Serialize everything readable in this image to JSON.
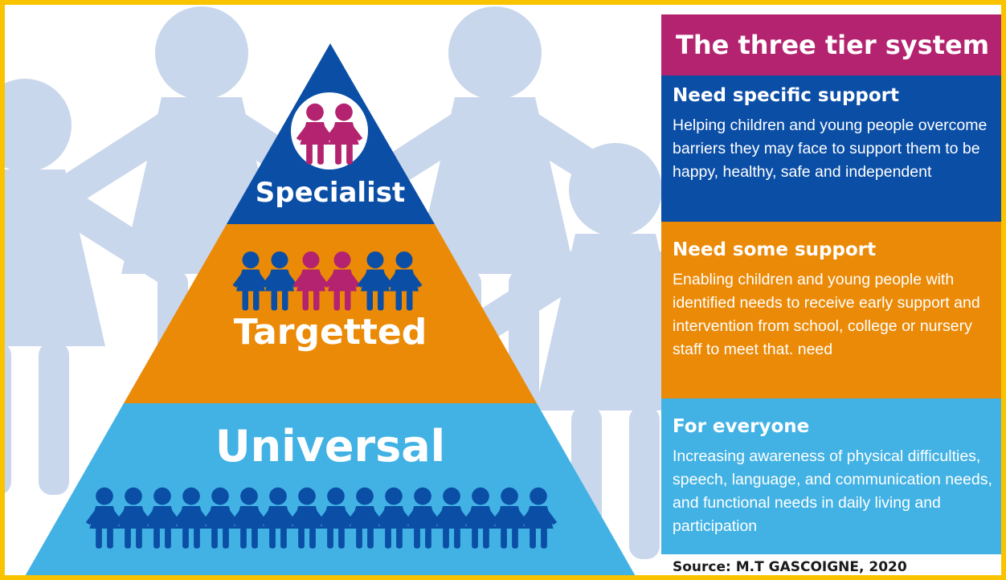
{
  "title": "The three tier system",
  "tiers": [
    {
      "name": "Specialist",
      "heading": "Need specific support",
      "description": "Helping children and young people overcome barriers they may face to support them to be happy, healthy, safe and independent",
      "color": "#0a4ea6"
    },
    {
      "name": "Targetted",
      "heading": "Need some support",
      "description": "Enabling children and young people with identified needs to receive early support and intervention from school, college or nursery staff to meet that. need",
      "color": "#eb8a07"
    },
    {
      "name": "Universal",
      "heading": "For everyone",
      "description": "Increasing awareness of physical difficulties, speech, language, and communication needs, and functional needs in daily living and participation",
      "color": "#42b2e4"
    }
  ],
  "source": "Source: M.T GASCOIGNE, 2020",
  "colors": {
    "border": "#f9c300",
    "title_bg": "#b3236f",
    "figure_pink": "#b3236f",
    "figure_blue": "#0a4ea6",
    "background_figures": "#c9d7ec"
  }
}
